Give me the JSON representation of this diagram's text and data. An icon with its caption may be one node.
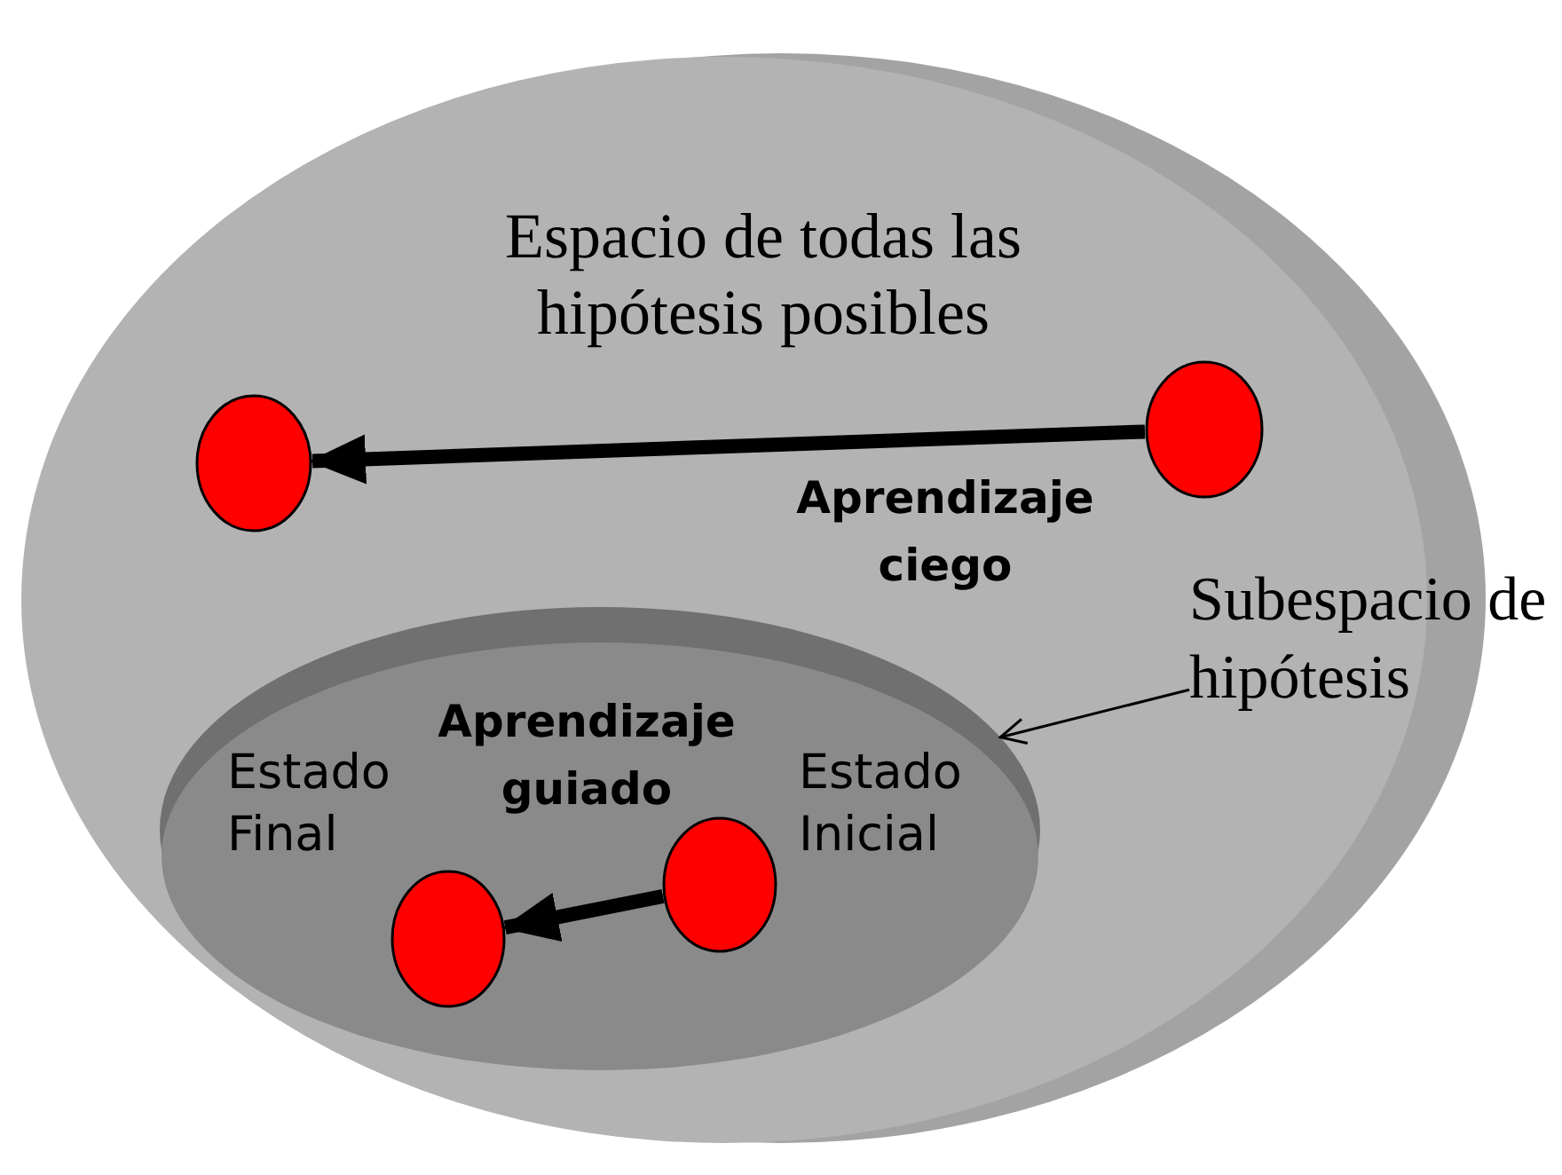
{
  "diagram": {
    "nodes": [
      {
        "text": [
          "Espacio de todas las hipótesis posibles"
        ]
      },
      {
        "text": [],
        "shape": "circle",
        "in": 0
      },
      {
        "text": [],
        "shape": "circle",
        "in": 0
      },
      {
        "text": [],
        "shape": "ellipse",
        "in": 0
      },
      {
        "text": [],
        "shape": "circle",
        "in": 3,
        "beside": [
          "Estado Final"
        ]
      },
      {
        "text": [],
        "shape": "circle",
        "in": 3,
        "beside": [
          "Estado Inicial"
        ]
      },
      {
        "text": [
          "Subespacio de hipótesis"
        ]
      }
    ],
    "edges": [
      {
        "from": 2,
        "to": 1,
        "arrow": "to",
        "label": "Aprendizaje ciego"
      },
      {
        "from": 5,
        "to": 4,
        "arrow": "to",
        "label": "Aprendizaje guiado"
      },
      {
        "from": 6,
        "to": 3,
        "arrow": "to"
      }
    ]
  }
}
